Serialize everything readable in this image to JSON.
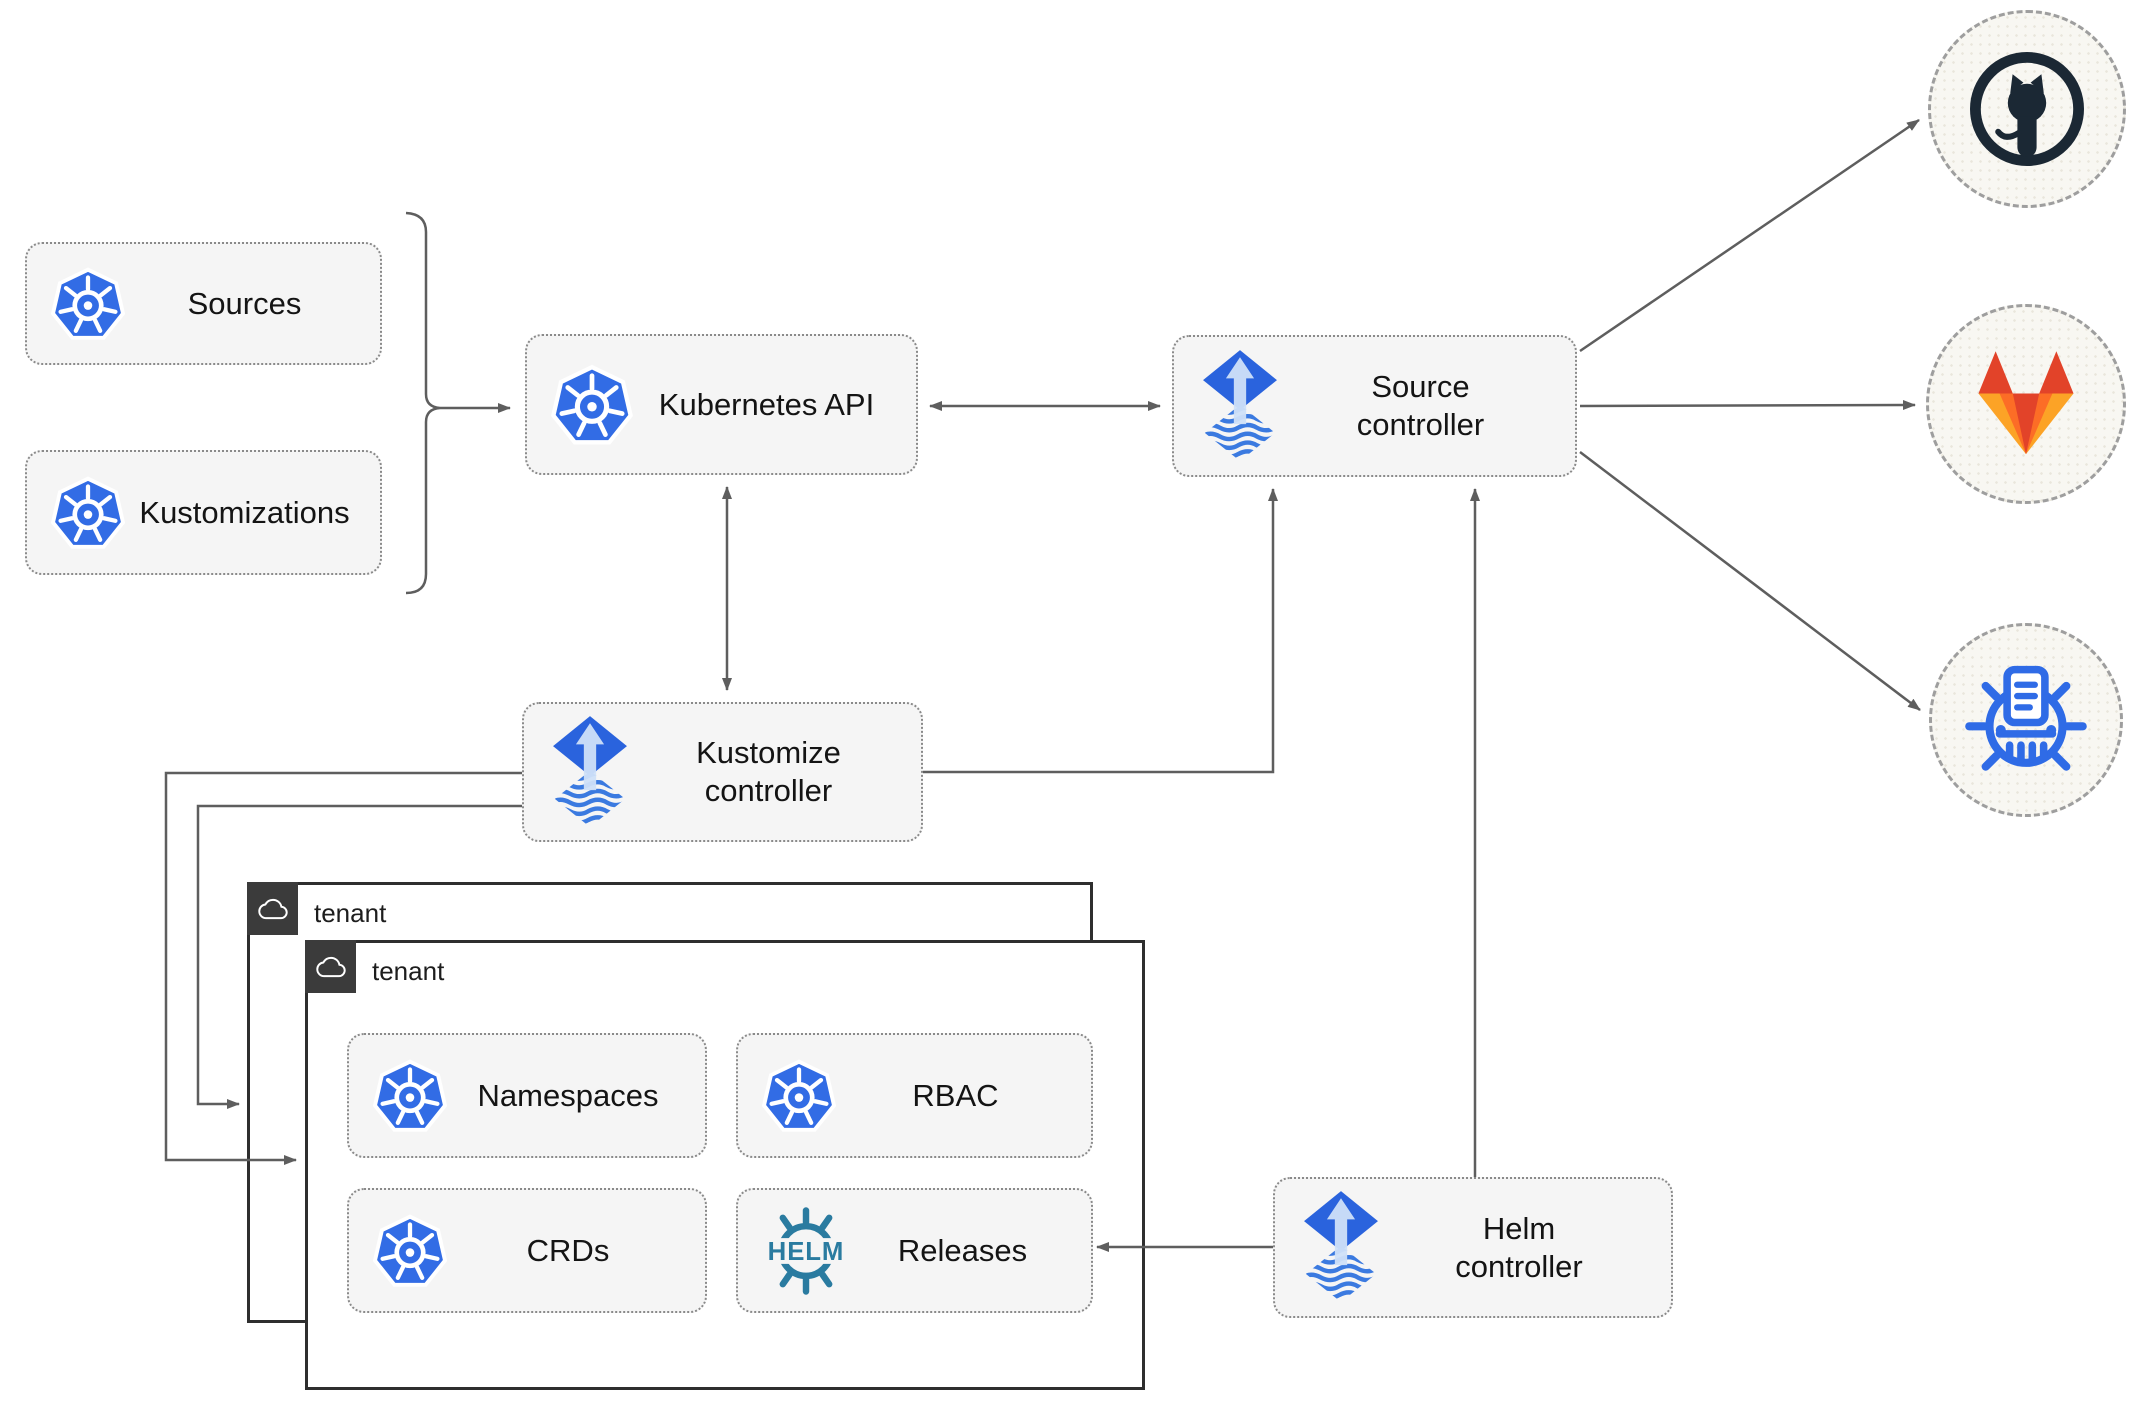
{
  "nodes": {
    "sources": {
      "label": "Sources"
    },
    "kustomizations": {
      "label": "Kustomizations"
    },
    "kubernetes_api": {
      "label": "Kubernetes API"
    },
    "source_controller": {
      "label": "Source\ncontroller"
    },
    "kustomize_controller": {
      "label": "Kustomize\ncontroller"
    },
    "helm_controller": {
      "label": "Helm\ncontroller"
    },
    "namespaces": {
      "label": "Namespaces"
    },
    "rbac": {
      "label": "RBAC"
    },
    "crds": {
      "label": "CRDs"
    },
    "releases": {
      "label": "Releases"
    }
  },
  "tenants": {
    "outer": {
      "label": "tenant"
    },
    "inner": {
      "label": "tenant"
    }
  },
  "endpoints": {
    "first": "github",
    "second": "gitlab",
    "third": "helm-repository"
  },
  "helm_logo": {
    "text": "HELM"
  },
  "colors": {
    "kubernetes_blue": "#326CE5",
    "flux_blue": "#2a63dd",
    "flux_stripe_blue": "#3b7ae0",
    "flux_arrow_light": "#cfe0f8",
    "helm_teal": "#2a7ba0",
    "github_dark": "#1b2834",
    "gitlab_dark_orange": "#e24329",
    "gitlab_orange": "#fc6d26",
    "gitlab_light_orange": "#fca326",
    "registry_blue": "#2f6be6",
    "connector_gray": "#5e5e5e",
    "node_fill": "#f5f5f5",
    "tenant_border": "#2e2e2e"
  }
}
